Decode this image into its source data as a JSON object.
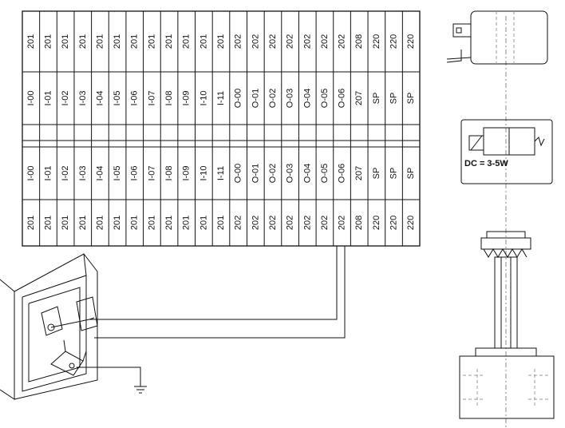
{
  "terminal_block": {
    "top_row_numbers": [
      "201",
      "201",
      "201",
      "201",
      "201",
      "201",
      "201",
      "201",
      "201",
      "201",
      "201",
      "201",
      "202",
      "202",
      "202",
      "202",
      "202",
      "202",
      "202",
      "208",
      "220",
      "220",
      "220"
    ],
    "top_row_labels": [
      "I-00",
      "I-01",
      "I-02",
      "I-03",
      "I-04",
      "I-05",
      "I-06",
      "I-07",
      "I-08",
      "I-09",
      "I-10",
      "I-11",
      "O-00",
      "O-01",
      "O-02",
      "O-03",
      "O-04",
      "O-05",
      "O-06",
      "207",
      "SP",
      "SP",
      "SP"
    ],
    "bottom_row_labels": [
      "I-00",
      "I-01",
      "I-02",
      "I-03",
      "I-04",
      "I-05",
      "I-06",
      "I-07",
      "I-08",
      "I-09",
      "I-10",
      "I-11",
      "O-00",
      "O-01",
      "O-02",
      "O-03",
      "O-04",
      "O-05",
      "O-06",
      "207",
      "SP",
      "SP",
      "SP"
    ],
    "bottom_row_numbers": [
      "201",
      "201",
      "201",
      "201",
      "201",
      "201",
      "201",
      "201",
      "201",
      "201",
      "201",
      "201",
      "202",
      "202",
      "202",
      "202",
      "202",
      "202",
      "202",
      "208",
      "220",
      "220",
      "220"
    ]
  },
  "valve_symbol": {
    "power_note": "DC = 3-5W"
  }
}
